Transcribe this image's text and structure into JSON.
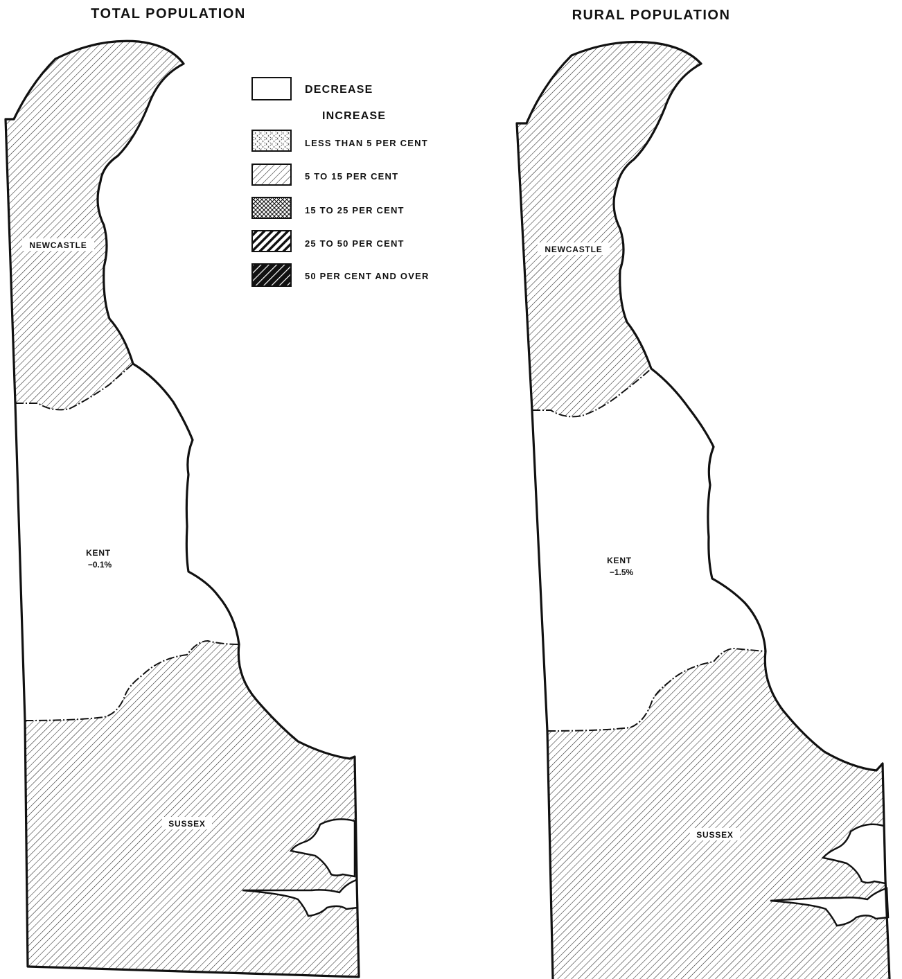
{
  "maps": [
    {
      "title": "TOTAL POPULATION",
      "counties": [
        {
          "name": "NEWCASTLE",
          "value": "",
          "fill_category": "5 TO 15 PER CENT"
        },
        {
          "name": "KENT",
          "value": "−0.1%",
          "fill_category": "DECREASE"
        },
        {
          "name": "SUSSEX",
          "value": "",
          "fill_category": "5 TO 15 PER CENT"
        }
      ]
    },
    {
      "title": "RURAL POPULATION",
      "counties": [
        {
          "name": "NEWCASTLE",
          "value": "",
          "fill_category": "5 TO 15 PER CENT"
        },
        {
          "name": "KENT",
          "value": "−1.5%",
          "fill_category": "DECREASE"
        },
        {
          "name": "SUSSEX",
          "value": "",
          "fill_category": "5 TO 15 PER CENT"
        }
      ]
    }
  ],
  "legend": {
    "decrease": "DECREASE",
    "increase_heading": "INCREASE",
    "items": [
      {
        "label": "LESS THAN 5 PER CENT",
        "pattern": "sparse-crosshatch"
      },
      {
        "label": "5 TO 15 PER CENT",
        "pattern": "light-diagonal"
      },
      {
        "label": "15 TO 25 PER CENT",
        "pattern": "crosshatch"
      },
      {
        "label": "25 TO 50 PER CENT",
        "pattern": "heavy-diagonal"
      },
      {
        "label": "50 PER CENT AND OVER",
        "pattern": "solid-diagonal"
      }
    ]
  },
  "colors": {
    "ink": "#111111",
    "paper": "#ffffff"
  }
}
